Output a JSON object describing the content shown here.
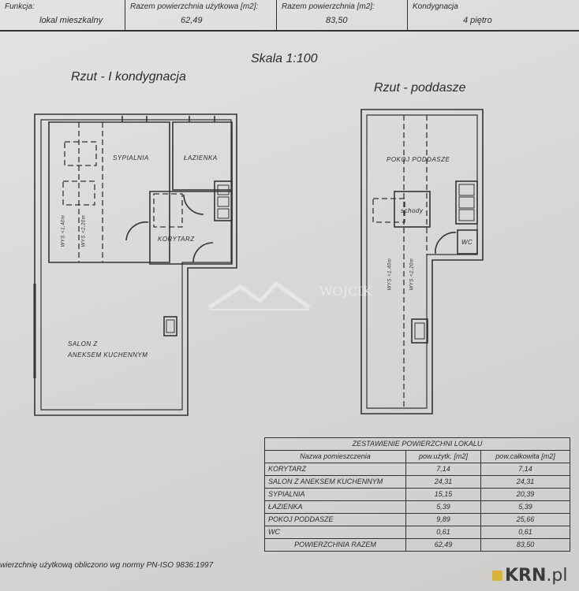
{
  "header": {
    "cells": [
      {
        "label": "Funkcja:",
        "value": "lokal mieszkalny"
      },
      {
        "label": "Razem powierzchnia użytkowa [m2]:",
        "value": "62,49"
      },
      {
        "label": "Razem powierzchnia [m2]:",
        "value": "83,50"
      },
      {
        "label": "Kondygnacja",
        "value": "4 piętro"
      }
    ]
  },
  "scale": "Skala 1:100",
  "plan_left": {
    "title": "Rzut - I kondygnacja",
    "rooms": {
      "sypialnia": "SYPIALNIA",
      "lazienka": "ŁAZIENKA",
      "korytarz": "KORYTARZ",
      "salon_1": "SALON Z",
      "salon_2": "ANEKSEM KUCHENNYM"
    },
    "heights": [
      "WYS.<1,40m",
      "WYS.<2,20m"
    ]
  },
  "plan_right": {
    "title": "Rzut - poddasze",
    "rooms": {
      "pokoj": "POKOJ PODDASZE",
      "schody": "schody",
      "wc": "WC"
    },
    "heights": [
      "WYS.<1,40m",
      "WYS.<2,20m"
    ]
  },
  "watermark": "WOJCIK",
  "summary": {
    "title": "ZESTAWIENIE POWIERZCHNI LOKALU",
    "columns": [
      "Nazwa pomieszczenia",
      "pow.użytk. [m2]",
      "pow.całkowita [m2]"
    ],
    "rows": [
      {
        "name": "KORYTARZ",
        "usable": "7,14",
        "total": "7,14"
      },
      {
        "name": "SALON Z ANEKSEM KUCHENNYM",
        "usable": "24,31",
        "total": "24,31"
      },
      {
        "name": "SYPIALNIA",
        "usable": "15,15",
        "total": "20,39"
      },
      {
        "name": "ŁAZIENKA",
        "usable": "5,39",
        "total": "5,39"
      },
      {
        "name": "POKOJ PODDASZE",
        "usable": "9,89",
        "total": "25,66"
      },
      {
        "name": "WC",
        "usable": "0,61",
        "total": "0,61"
      }
    ],
    "total_label": "POWIERZCHNIA RAZEM",
    "total_usable": "62,49",
    "total_total": "83,50"
  },
  "footnote": "wierzchnię użytkową obliczono wg normy PN-ISO 9836:1997",
  "logo": {
    "brand": "KRN",
    "suffix": ".pl"
  }
}
